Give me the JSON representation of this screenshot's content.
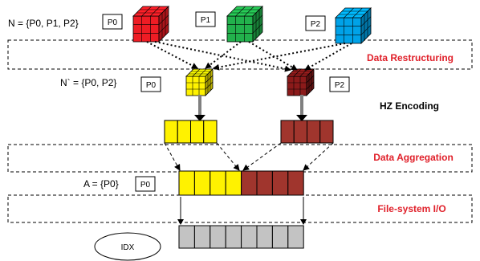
{
  "labels": {
    "n_set": "N = {P0, P1, P2}",
    "n_prime_set": "N` = {P0, P2}",
    "a_set": "A = {P0}"
  },
  "tags": {
    "top_p0": "P0",
    "top_p1": "P1",
    "top_p2": "P2",
    "mid_p0": "P0",
    "mid_p2": "P2",
    "agg_p0": "P0"
  },
  "stages": {
    "data_restructuring": "Data Restructuring",
    "hz_encoding": "HZ Encoding",
    "data_aggregation": "Data Aggregation",
    "filesystem_io": "File-system I/O"
  },
  "idx_label": "IDX",
  "colors": {
    "red": "#ee1c24",
    "green": "#22b14c",
    "blue": "#00a2e8",
    "yellow": "#fff200",
    "maroon": "#8b1a1a",
    "brick": "#a0352d",
    "gray": "#c3c3c3",
    "stage_text_red": "#e0202a",
    "stage_text_black": "#000000"
  }
}
